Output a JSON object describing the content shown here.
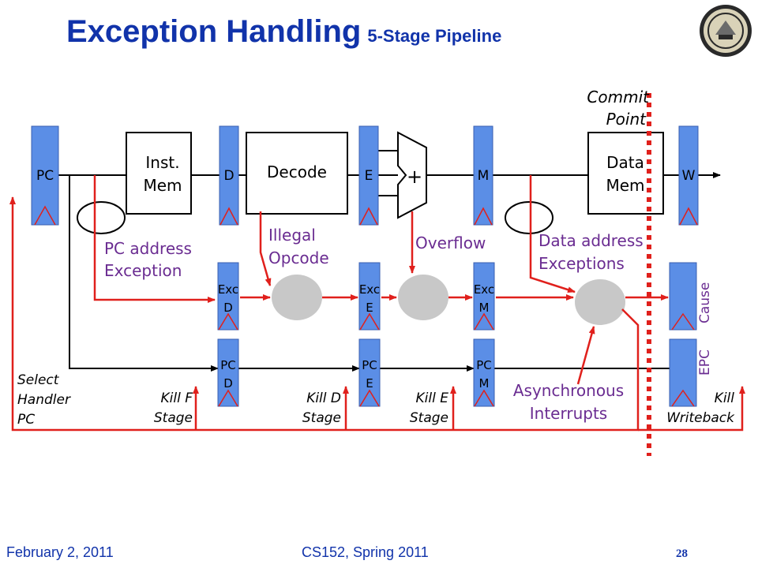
{
  "header": {
    "title": "Exception Handling",
    "subtitle": "5-Stage Pipeline"
  },
  "footer": {
    "date": "February 2, 2011",
    "course": "CS152, Spring 2011",
    "page": "28"
  },
  "diagram": {
    "registers": {
      "pc": "PC",
      "d": "D",
      "e": "E",
      "m": "M",
      "w": "W"
    },
    "units": {
      "imem_1": "Inst.",
      "imem_2": "Mem",
      "decode": "Decode",
      "alu": "+",
      "dmem_1": "Data",
      "dmem_2": "Mem"
    },
    "exc_regs": {
      "d_1": "Exc",
      "d_2": "D",
      "e_1": "Exc",
      "e_2": "E",
      "m_1": "Exc",
      "m_2": "M"
    },
    "pc_regs": {
      "d_1": "PC",
      "d_2": "D",
      "e_1": "PC",
      "e_2": "E",
      "m_1": "PC",
      "m_2": "M"
    },
    "right_regs": {
      "cause": "Cause",
      "epc": "EPC"
    },
    "commit": {
      "line1": "Commit",
      "line2": "Point"
    },
    "exceptions": {
      "pc_addr_1": "PC address",
      "pc_addr_2": "Exception",
      "illegal_1": "Illegal",
      "illegal_2": "Opcode",
      "overflow": "Overflow",
      "data_addr_1": "Data address",
      "data_addr_2": "Exceptions",
      "async_1": "Asynchronous",
      "async_2": "Interrupts"
    },
    "kills": {
      "select_1": "Select",
      "select_2": "Handler",
      "select_3": "PC",
      "kill_f_1": "Kill F",
      "kill_f_2": "Stage",
      "kill_d_1": "Kill D",
      "kill_d_2": "Stage",
      "kill_e_1": "Kill E",
      "kill_e_2": "Stage",
      "kill_wb_1": "Kill",
      "kill_wb_2": "Writeback"
    },
    "colors": {
      "register": "#5b8ee6",
      "signal": "#e0201c",
      "label": "#6a2c91",
      "title": "#1133aa",
      "mux": "#c8c8c8"
    }
  }
}
